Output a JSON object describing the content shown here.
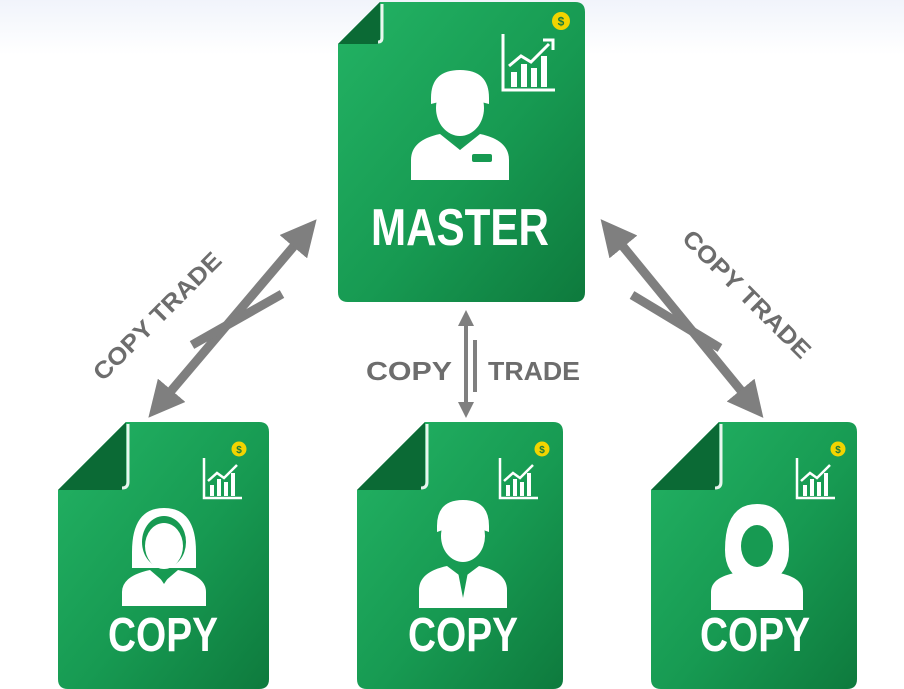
{
  "colors": {
    "card_light": "#1fa85c",
    "card_dark": "#0f7a3e",
    "card_fold": "#0b6a35",
    "coin": "#f2d400",
    "arrow": "#7f7f7f",
    "label_gray": "#6d6d6d",
    "text_white": "#ffffff"
  },
  "master": {
    "label": "MASTER",
    "icon": "man-with-badge-icon",
    "badge_icon": "dollar-coin-icon",
    "chart_icon": "growth-chart-icon",
    "coin_symbol": "$"
  },
  "connectors": {
    "left_label": "COPY TRADE",
    "center_label_left": "COPY",
    "center_label_right": "TRADE",
    "right_label": "COPY TRADE"
  },
  "copies": [
    {
      "label": "COPY",
      "icon": "woman-icon",
      "coin_symbol": "$"
    },
    {
      "label": "COPY",
      "icon": "man-tie-icon",
      "coin_symbol": "$"
    },
    {
      "label": "COPY",
      "icon": "woman-hijab-icon",
      "coin_symbol": "$"
    }
  ]
}
